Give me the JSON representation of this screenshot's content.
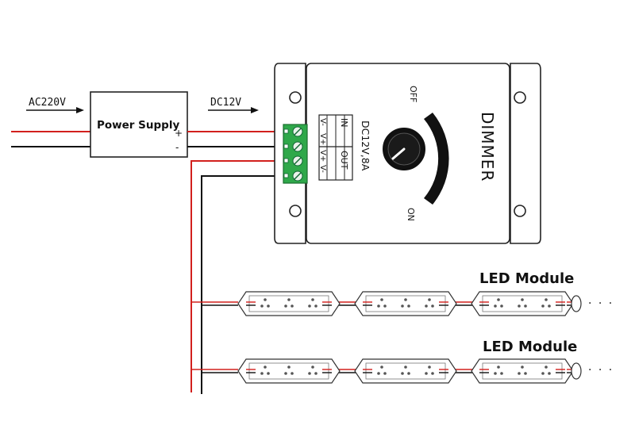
{
  "diagram": {
    "input_voltage_label": "AC220V",
    "output_voltage_label": "DC12V",
    "power_supply": {
      "title": "Power Supply",
      "plus": "+",
      "minus": "-"
    },
    "dimmer": {
      "title": "DIMMER",
      "rating": "DC12V,8A",
      "knob_off": "OFF",
      "knob_on": "ON",
      "terminal_in_label": "IN",
      "terminal_out_label": "OUT",
      "terminal_pins": [
        "V-",
        "V+",
        "V+",
        "V-"
      ]
    },
    "led_rows": [
      {
        "label": "LED Module",
        "continuation": "· · ·"
      },
      {
        "label": "LED Module",
        "continuation": "· · ·"
      }
    ]
  },
  "colors": {
    "positive_wire": "#d2201d",
    "negative_wire": "#111111",
    "terminal_block": "#2fa84a"
  }
}
